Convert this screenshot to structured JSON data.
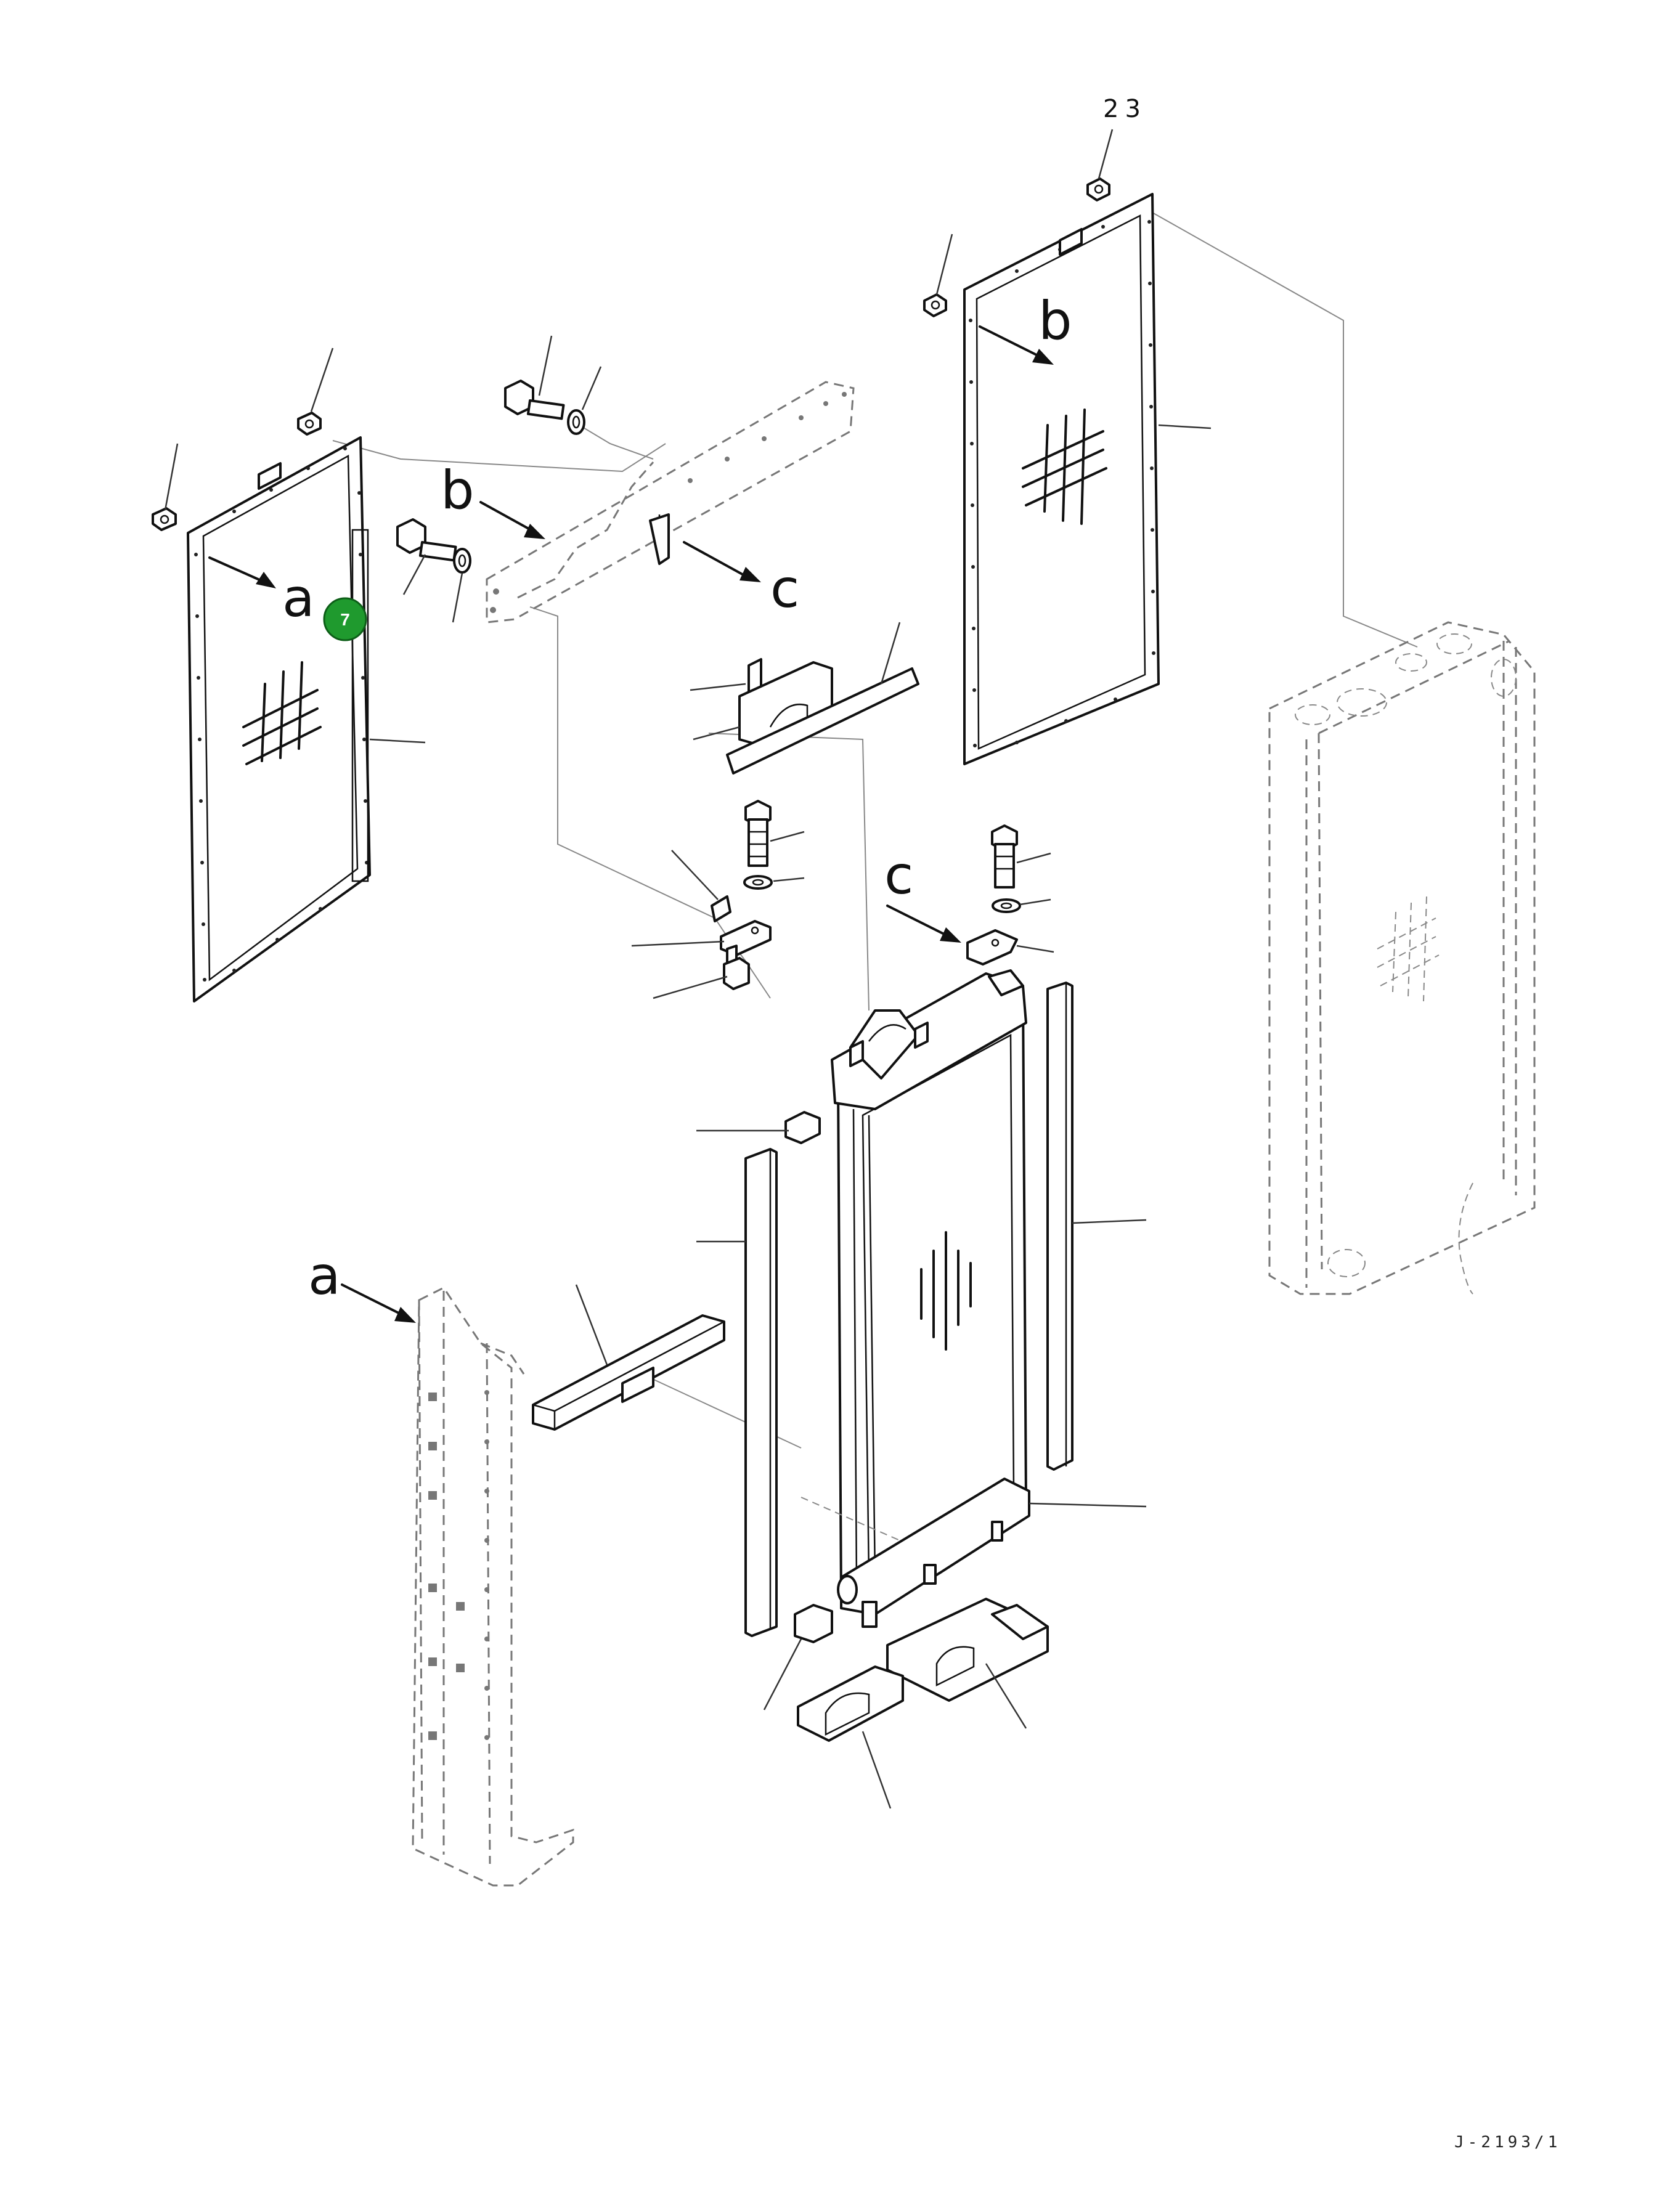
{
  "diagram": {
    "callout_number": "23",
    "view_labels": {
      "a_top": "a",
      "b_top": "b",
      "c_top": "c",
      "b_right": "b",
      "c_mid": "c",
      "a_bottom": "a"
    },
    "highlight_badge": "7",
    "drawing_code": "J-2193/1",
    "colors": {
      "line": "#111111",
      "hidden_line": "#777777",
      "badge": "#1f9a2e"
    }
  }
}
